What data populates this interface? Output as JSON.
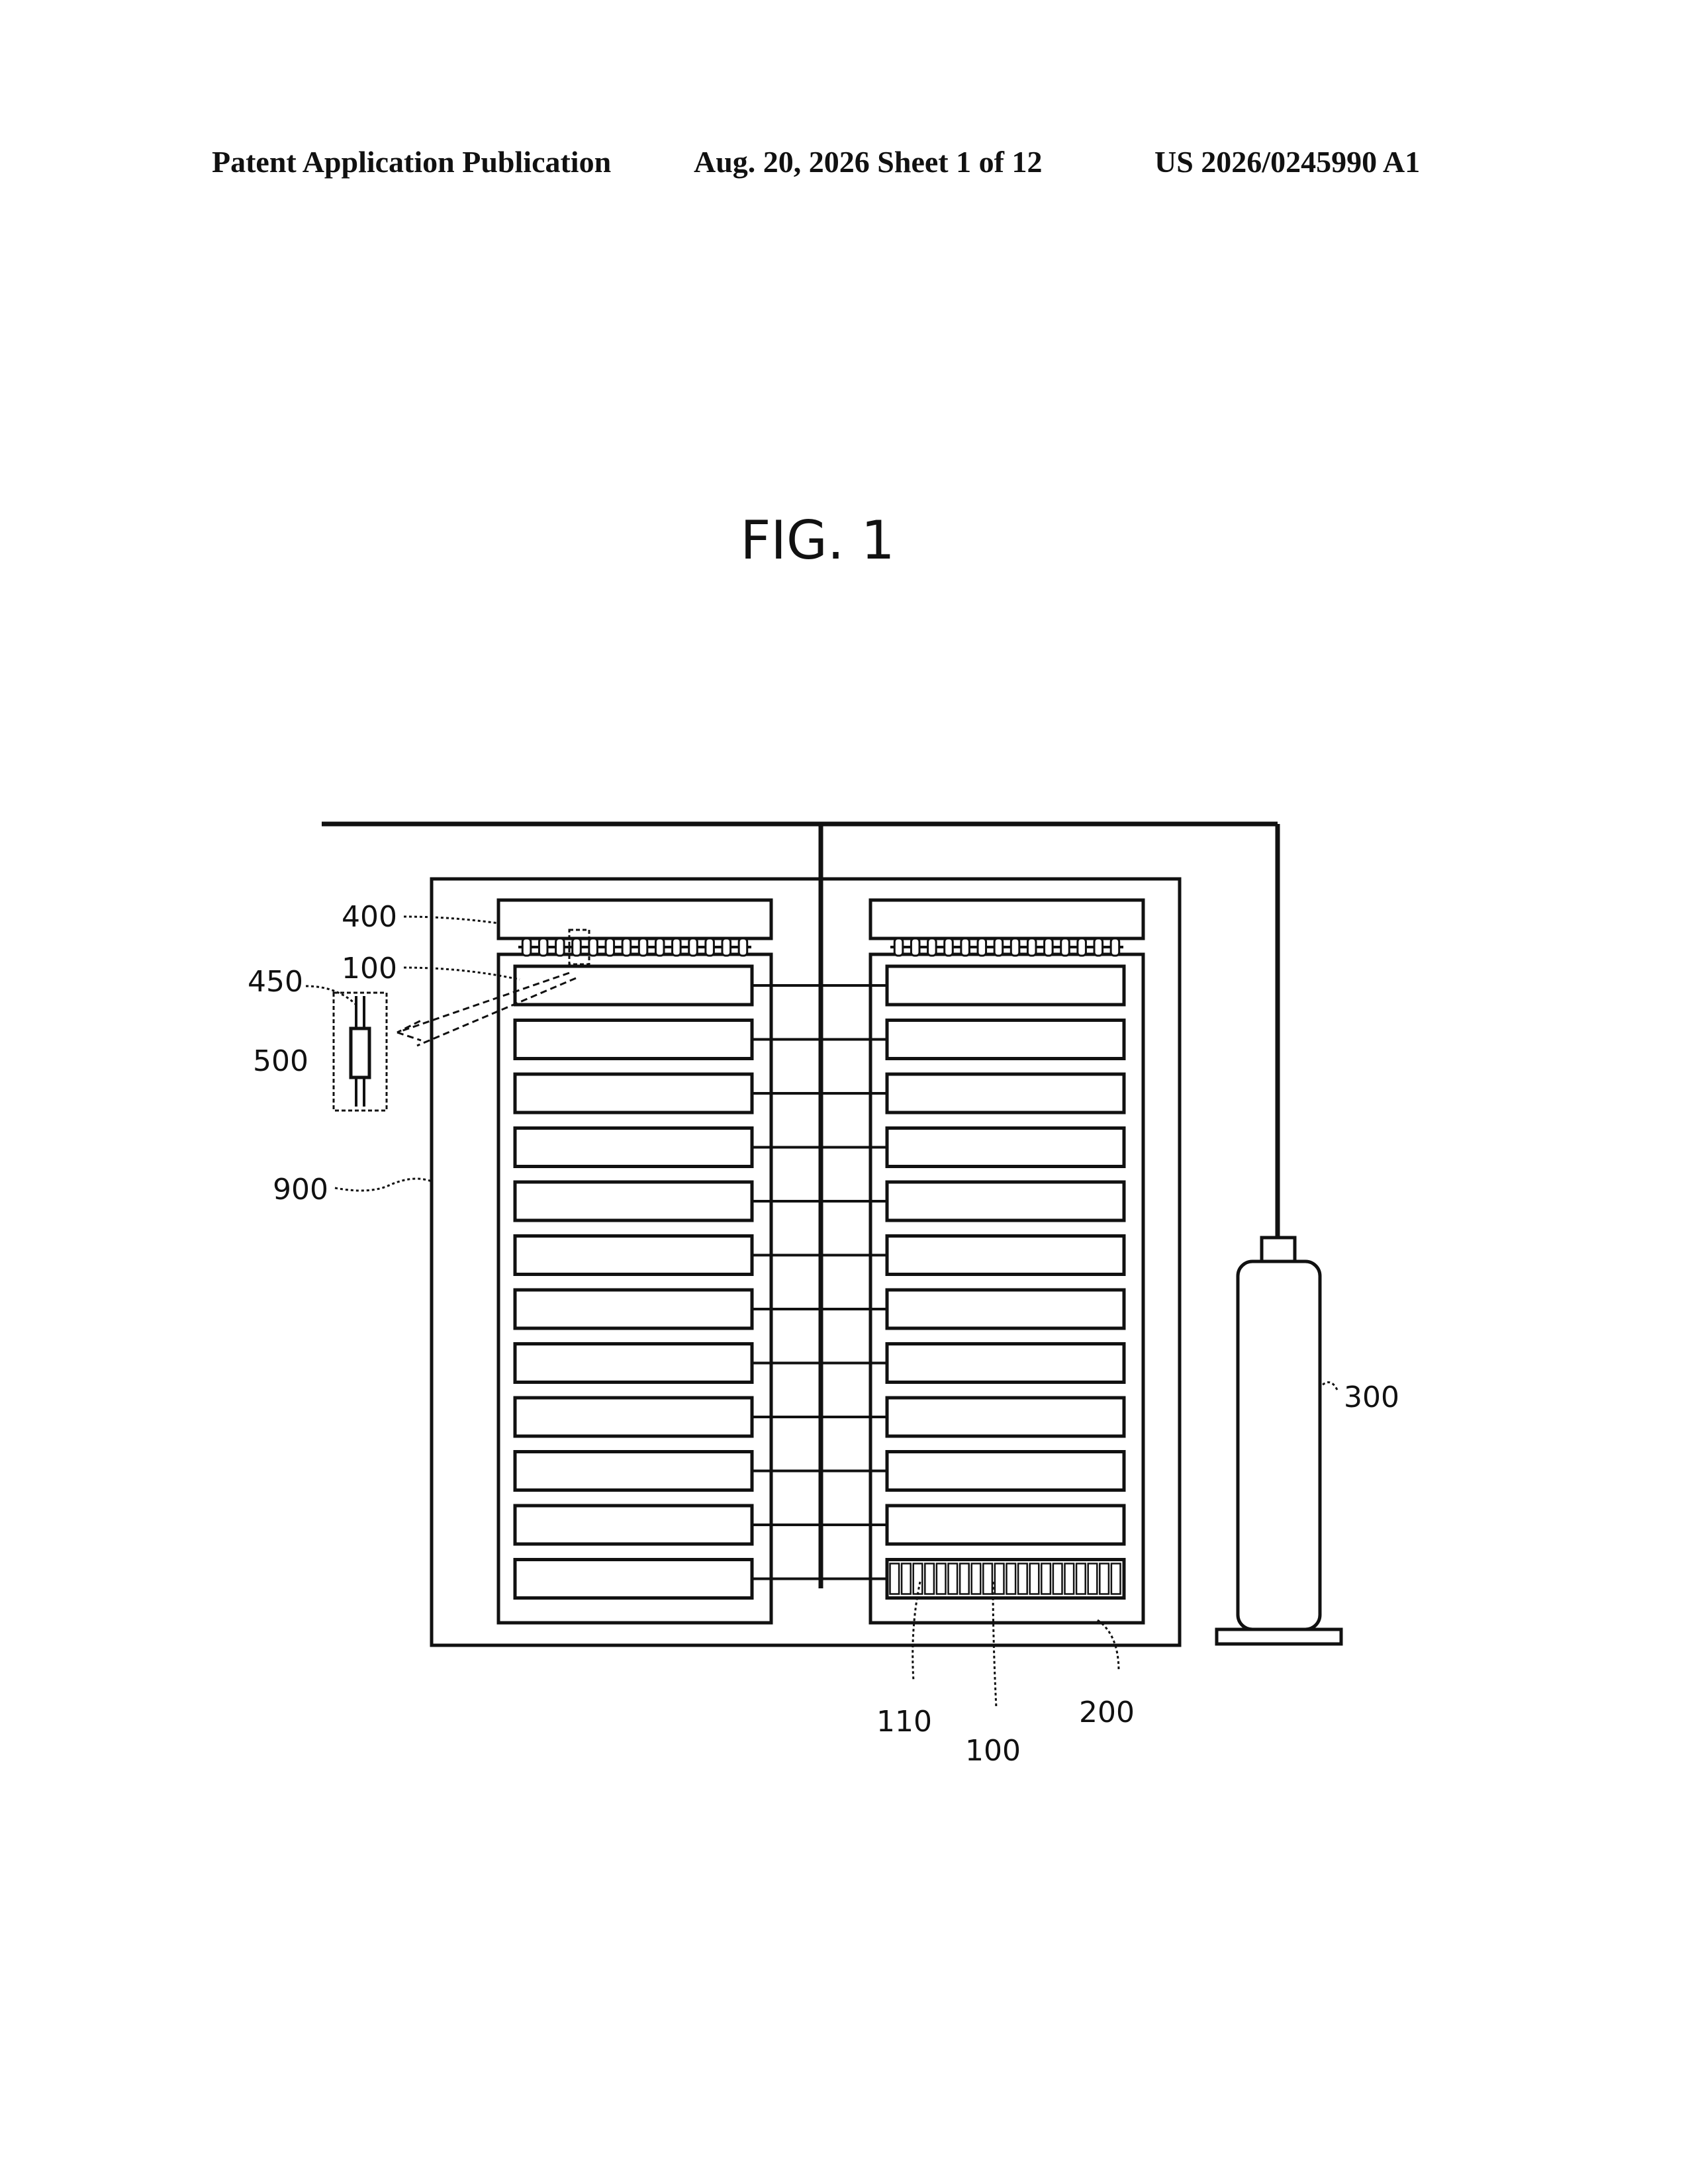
{
  "header": {
    "publication": "Patent Application Publication",
    "date_sheet": "Aug. 20, 2026  Sheet 1 of 12",
    "number": "US 2026/0245990 A1"
  },
  "figure": {
    "title": "FIG. 1",
    "labels": {
      "l400": "400",
      "l100_top": "100",
      "l450": "450",
      "l500": "500",
      "l900": "900",
      "l300": "300",
      "l110": "110",
      "l100_bottom": "100",
      "l200": "200"
    }
  }
}
